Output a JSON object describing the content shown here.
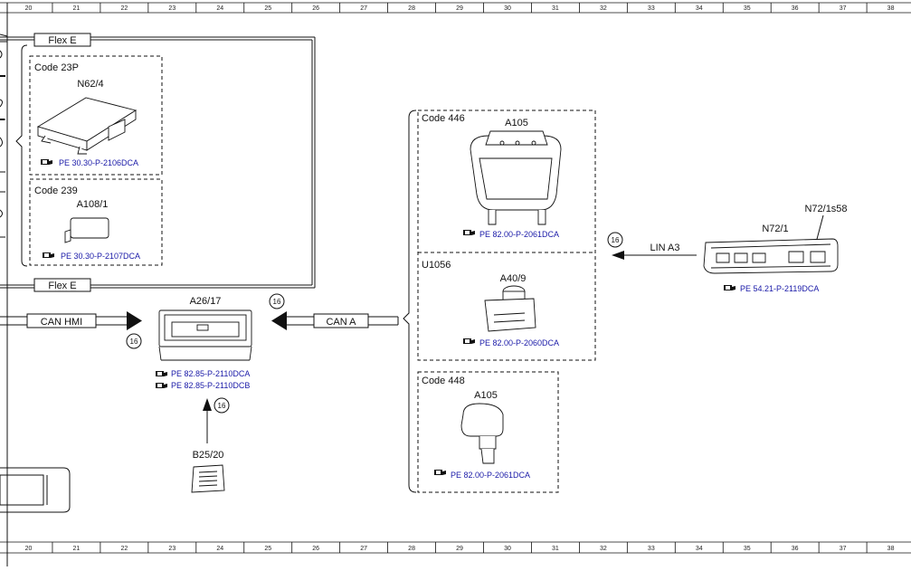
{
  "ruler": [
    "20",
    "21",
    "22",
    "23",
    "24",
    "25",
    "26",
    "27",
    "28",
    "29",
    "30",
    "31",
    "32",
    "33",
    "34",
    "35",
    "36",
    "37",
    "38"
  ],
  "buses": {
    "flex_top": "Flex E",
    "flex_bottom": "Flex E",
    "can_hmi": "CAN HMI",
    "can_a": "CAN A",
    "lin_a3": "LIN A3"
  },
  "bus_number": "16",
  "group_23p": {
    "code": "Code 23P",
    "component": "N62/4",
    "ref": "PE 30.30-P-2106DCA"
  },
  "group_239": {
    "code": "Code 239",
    "component": "A108/1",
    "ref": "PE 30.30-P-2107DCA"
  },
  "group_446": {
    "code": "Code 446",
    "component": "A105",
    "ref": "PE 82.00-P-2061DCA"
  },
  "group_u1056": {
    "code": "U1056",
    "component": "A40/9",
    "ref": "PE 82.00-P-2060DCA"
  },
  "group_448": {
    "code": "Code 448",
    "component": "A105",
    "ref": "PE 82.00-P-2061DCA"
  },
  "a26": {
    "component": "A26/17",
    "ref1": "PE 82.85-P-2110DCA",
    "ref2": "PE 82.85-P-2110DCB"
  },
  "b25": {
    "component": "B25/20"
  },
  "n72": {
    "component": "N72/1",
    "switch": "N72/1s58",
    "ref": "PE 54.21-P-2119DCA"
  },
  "colors": {
    "line": "#111111",
    "ref_text": "#1a1aa8"
  },
  "icons": [
    "reference-book-icon"
  ]
}
